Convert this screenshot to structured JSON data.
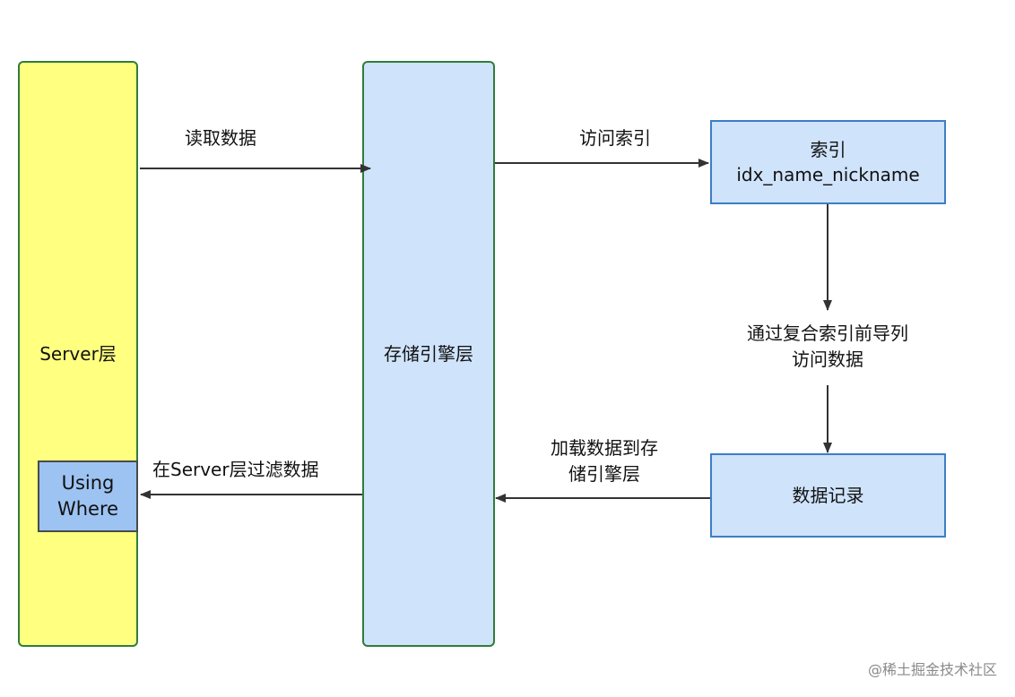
{
  "colors": {
    "server_fill": "#ffff80",
    "engine_fill": "#cfe3fb",
    "box_fill": "#cfe3fb",
    "using_where_fill": "#9dc3f2",
    "arrow": "#333333"
  },
  "server_layer": {
    "label": "Server层"
  },
  "engine_layer": {
    "label": "存储引擎层"
  },
  "index_box": {
    "line1": "索引",
    "line2": "idx_name_nickname"
  },
  "record_box": {
    "label": "数据记录"
  },
  "using_where": {
    "line1": "Using",
    "line2": "Where"
  },
  "edges": {
    "read_data": "读取数据",
    "access_index": "访问索引",
    "prefix_line1": "通过复合索引前导列",
    "prefix_line2": "访问数据",
    "load_line1": "加载数据到存",
    "load_line2": "储引擎层",
    "filter": "在Server层过滤数据"
  },
  "watermark": "@稀土掘金技术社区"
}
